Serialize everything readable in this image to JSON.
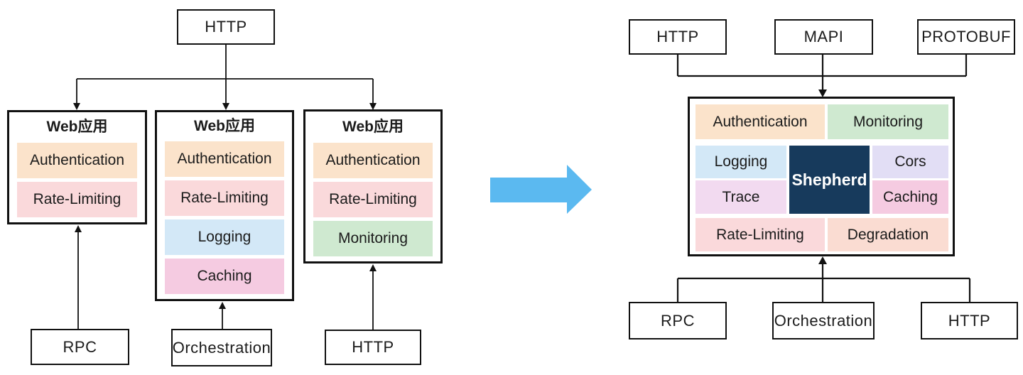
{
  "palette": {
    "authentication": "#fbe3cb",
    "rate_limiting": "#fad9db",
    "logging": "#d3e8f7",
    "caching": "#f5cbe1",
    "monitoring": "#cfe9d0",
    "cors": "#e2def5",
    "trace": "#f2daf0",
    "degradation": "#fadcd2",
    "shepherd_bg": "#173a5c",
    "transform_arrow": "#5bb9f0",
    "line": "#111111"
  },
  "left": {
    "source_top": "HTTP",
    "apps": [
      {
        "title": "Web应用",
        "tiles": [
          "Authentication",
          "Rate-Limiting"
        ]
      },
      {
        "title": "Web应用",
        "tiles": [
          "Authentication",
          "Rate-Limiting",
          "Logging",
          "Caching"
        ]
      },
      {
        "title": "Web应用",
        "tiles": [
          "Authentication",
          "Rate-Limiting",
          "Monitoring"
        ]
      }
    ],
    "sources_bottom": [
      "RPC",
      "Orchestration",
      "HTTP"
    ]
  },
  "right": {
    "protocols_top": [
      "HTTP",
      "MAPI",
      "PROTOBUF"
    ],
    "gateway": {
      "core": "Shepherd",
      "top_row": [
        "Authentication",
        "Monitoring"
      ],
      "left_col": [
        "Logging",
        "Trace"
      ],
      "right_col": [
        "Cors",
        "Caching"
      ],
      "bottom_row": [
        "Rate-Limiting",
        "Degradation"
      ]
    },
    "sources_bottom": [
      "RPC",
      "Orchestration",
      "HTTP"
    ]
  }
}
